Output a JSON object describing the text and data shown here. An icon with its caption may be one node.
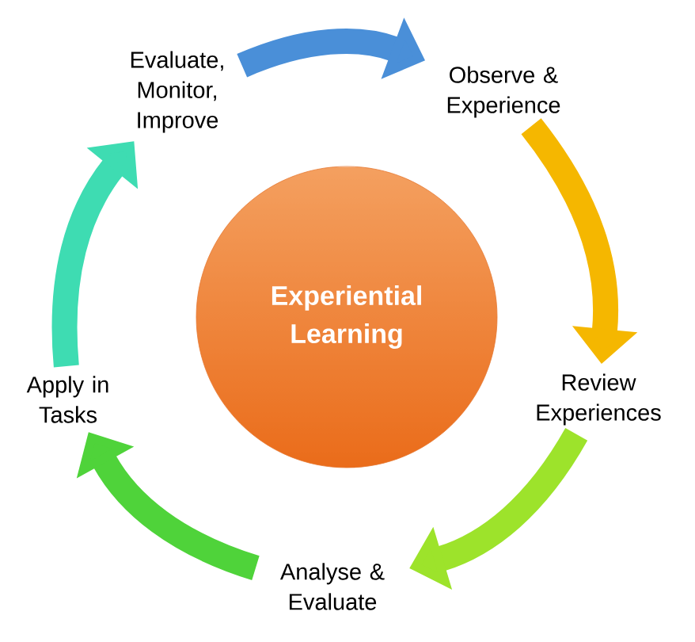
{
  "diagram": {
    "nodes": [
      {
        "text": [
          "Experiential Learning"
        ]
      },
      {
        "text": [
          "Evaluate, Monitor, Improve"
        ]
      },
      {
        "text": [
          "Observe & Experience"
        ]
      },
      {
        "text": [
          "Review Experiences"
        ]
      },
      {
        "text": [
          "Analyse & Evaluate"
        ]
      },
      {
        "text": [
          "Apply in Tasks"
        ]
      }
    ],
    "edges": [
      {
        "from": 1,
        "to": 2,
        "arrow": "to",
        "color": "#4a8fd8"
      },
      {
        "from": 2,
        "to": 3,
        "arrow": "to",
        "color": "#f5b700"
      },
      {
        "from": 3,
        "to": 4,
        "arrow": "to",
        "color": "#9de32b"
      },
      {
        "from": 4,
        "to": 5,
        "arrow": "to",
        "color": "#4fd33a"
      },
      {
        "from": 5,
        "to": 1,
        "arrow": "to",
        "color": "#3edcb2"
      }
    ]
  }
}
